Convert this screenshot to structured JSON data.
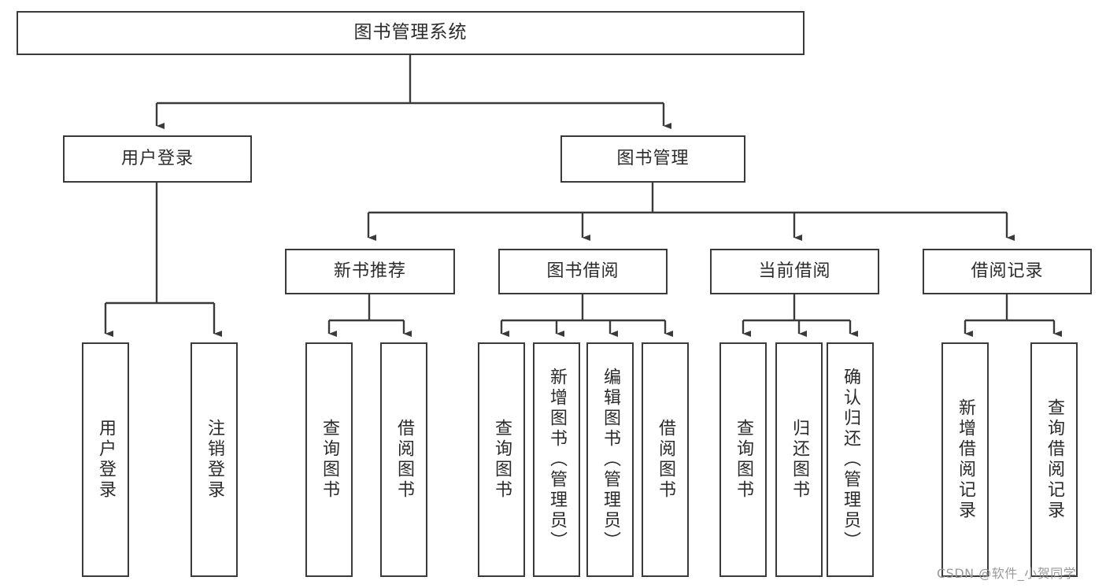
{
  "diagram": {
    "type": "hierarchy-tree",
    "title": "图书管理系统",
    "levels": {
      "root": {
        "label": "图书管理系统"
      },
      "level1": [
        {
          "label": "用户登录"
        },
        {
          "label": "图书管理"
        }
      ],
      "level2": [
        {
          "label": "新书推荐"
        },
        {
          "label": "图书借阅"
        },
        {
          "label": "当前借阅"
        },
        {
          "label": "借阅记录"
        }
      ],
      "leaves": {
        "user_login": [
          {
            "label": "用户登录"
          },
          {
            "label": "注销登录"
          }
        ],
        "new_book_recommend": [
          {
            "label": "查询图书"
          },
          {
            "label": "借阅图书"
          }
        ],
        "book_borrow": [
          {
            "label": "查询图书"
          },
          {
            "label": "新增图书（管理员）"
          },
          {
            "label": "编辑图书（管理员）"
          },
          {
            "label": "借阅图书"
          }
        ],
        "current_borrow": [
          {
            "label": "查询图书"
          },
          {
            "label": "归还图书"
          },
          {
            "label": "确认归还（管理员）"
          }
        ],
        "borrow_record": [
          {
            "label": "新增借阅记录"
          },
          {
            "label": "查询借阅记录"
          }
        ]
      }
    }
  },
  "watermark": {
    "text": "CSDN @软件_小贺同学"
  },
  "colors": {
    "stroke": "#3a3a3a",
    "text": "#2b2b2b",
    "background": "#ffffff",
    "watermark": "#9a9a9a"
  }
}
